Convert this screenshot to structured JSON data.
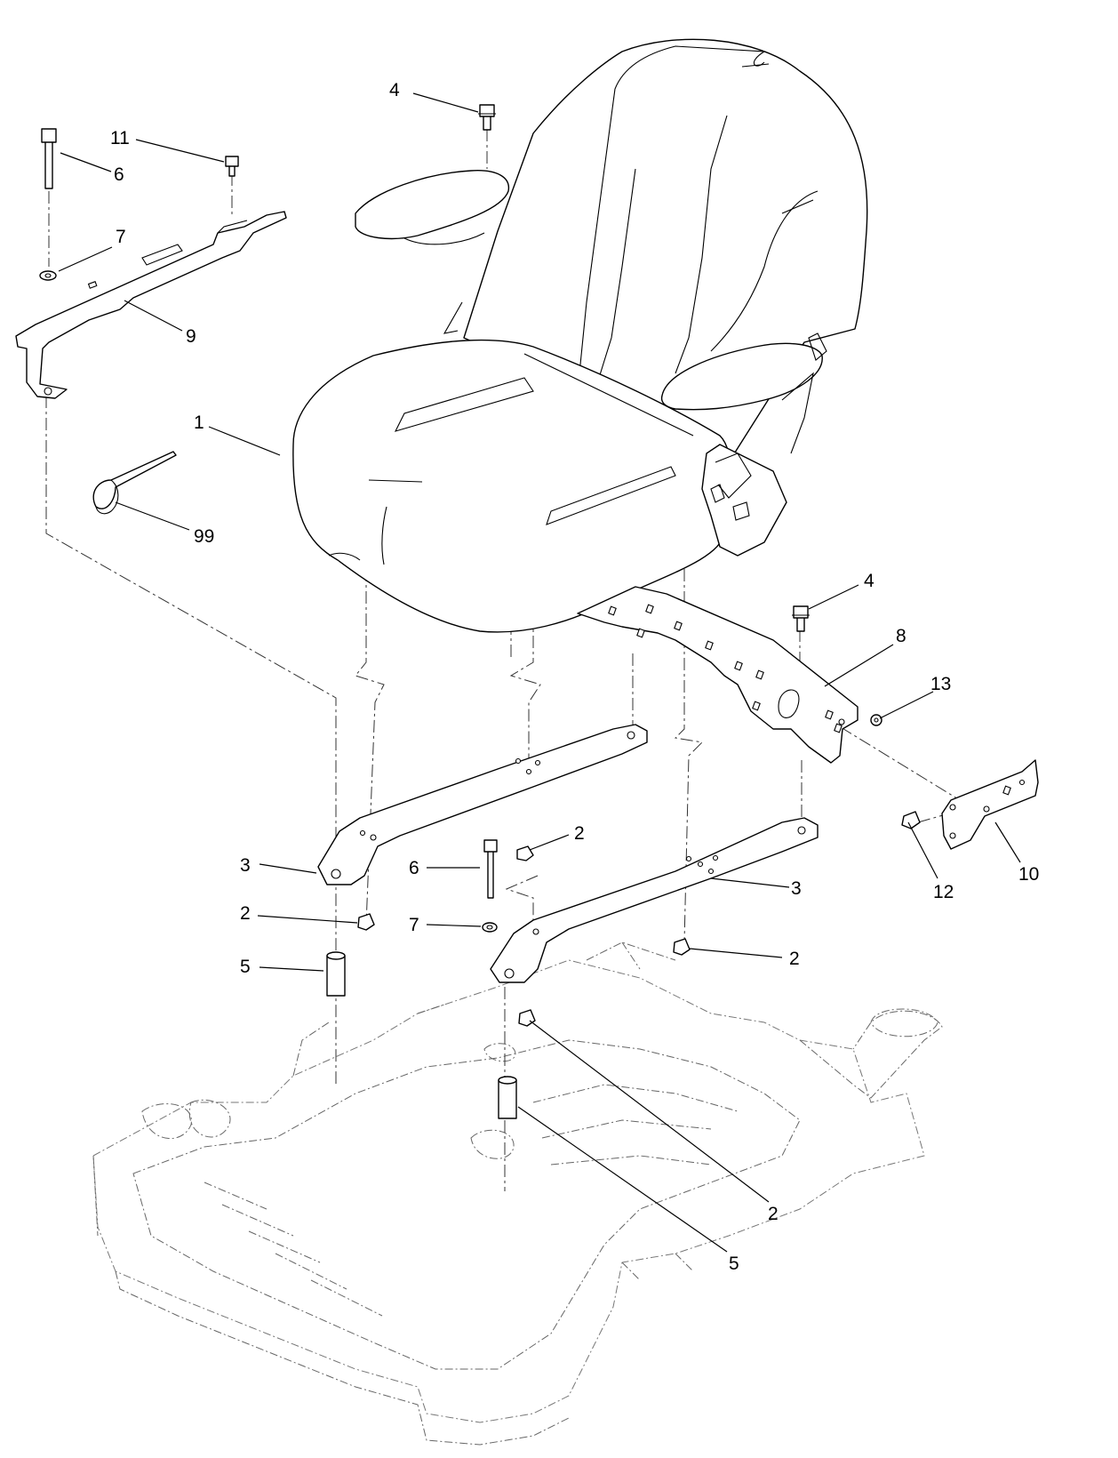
{
  "callouts": [
    {
      "id": "c-4-top",
      "label": "4"
    },
    {
      "id": "c-11",
      "label": "11"
    },
    {
      "id": "c-6-top",
      "label": "6"
    },
    {
      "id": "c-7-top",
      "label": "7"
    },
    {
      "id": "c-9",
      "label": "9"
    },
    {
      "id": "c-1",
      "label": "1"
    },
    {
      "id": "c-99",
      "label": "99"
    },
    {
      "id": "c-4-right",
      "label": "4"
    },
    {
      "id": "c-8",
      "label": "8"
    },
    {
      "id": "c-13",
      "label": "13"
    },
    {
      "id": "c-2-a",
      "label": "2"
    },
    {
      "id": "c-3-left",
      "label": "3"
    },
    {
      "id": "c-6-mid",
      "label": "6"
    },
    {
      "id": "c-3-right",
      "label": "3"
    },
    {
      "id": "c-10",
      "label": "10"
    },
    {
      "id": "c-12",
      "label": "12"
    },
    {
      "id": "c-2-b",
      "label": "2"
    },
    {
      "id": "c-7-mid",
      "label": "7"
    },
    {
      "id": "c-2-c",
      "label": "2"
    },
    {
      "id": "c-5-left",
      "label": "5"
    },
    {
      "id": "c-2-d",
      "label": "2"
    },
    {
      "id": "c-5-bottom",
      "label": "5"
    }
  ]
}
